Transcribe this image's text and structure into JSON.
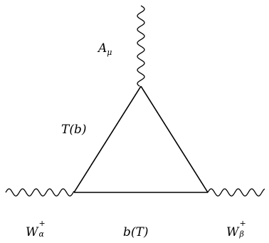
{
  "labels": {
    "photon": {
      "base": "A",
      "sub": "μ"
    },
    "upper_left_fermion": {
      "text": "T(b)"
    },
    "bottom_fermion": {
      "text": "b(T)"
    },
    "left_w": {
      "base": "W",
      "sup": "+",
      "sub": "α"
    },
    "right_w": {
      "base": "W",
      "sup": "+",
      "sub": "β"
    }
  },
  "colors": {
    "line": "#000000",
    "background": "#ffffff"
  }
}
